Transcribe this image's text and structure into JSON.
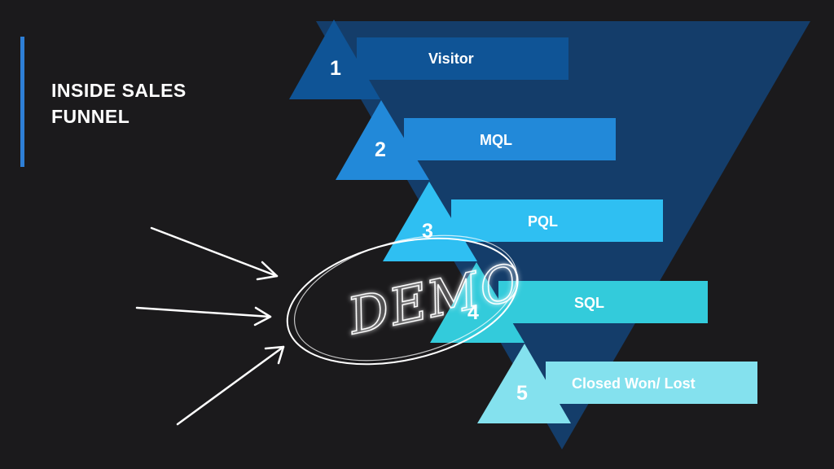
{
  "title": {
    "line1": "INSIDE SALES",
    "line2": "FUNNEL"
  },
  "funnel": {
    "stages": [
      {
        "number": "1",
        "label": "Visitor",
        "color": "#0f5496"
      },
      {
        "number": "2",
        "label": "MQL",
        "color": "#2289d9"
      },
      {
        "number": "3",
        "label": "PQL",
        "color": "#2fbff2"
      },
      {
        "number": "4",
        "label": "SQL",
        "color": "#33cbdb"
      },
      {
        "number": "5",
        "label": "Closed Won/ Lost",
        "color": "#84e1ee"
      }
    ],
    "background_color": "#143d6a"
  },
  "annotation": {
    "text": "DEMO",
    "arrow_count": 3
  },
  "colors": {
    "background": "#1b1a1c",
    "accent": "#2e7fd6",
    "text": "#ffffff"
  }
}
